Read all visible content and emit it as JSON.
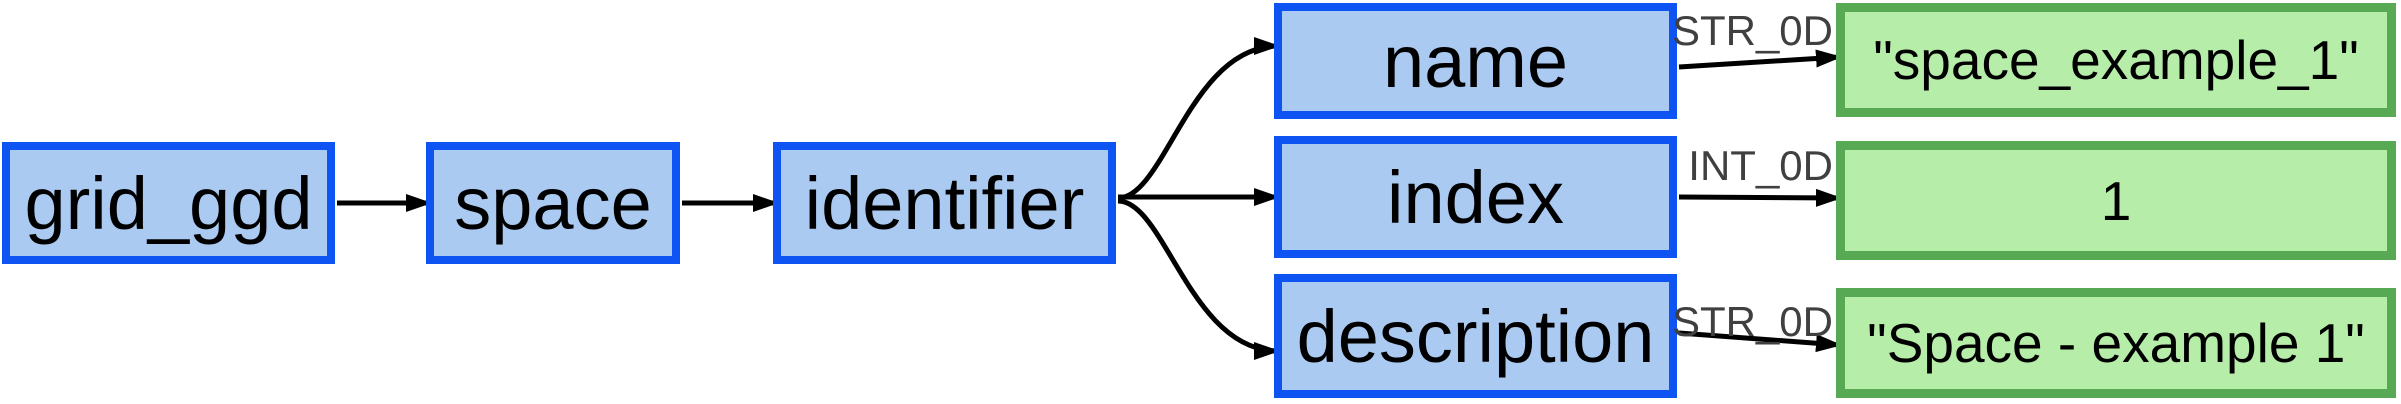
{
  "diagram": {
    "background_color": "#ffffff",
    "palette": {
      "structure_fill": "#aacaf1",
      "structure_border": "#0d54f2",
      "value_fill": "#b6eda9",
      "value_border": "#57aa53",
      "node_text_color": "#000000",
      "type_label_color": "#404040",
      "edge_color": "#000000"
    },
    "nodes": {
      "grid_ggd": {
        "label": "grid_ggd"
      },
      "space": {
        "label": "space"
      },
      "identifier": {
        "label": "identifier"
      },
      "name": {
        "label": "name"
      },
      "index": {
        "label": "index"
      },
      "description": {
        "label": "description"
      }
    },
    "values": {
      "name": {
        "text": "\"space_example_1\"",
        "type": "STR_0D"
      },
      "index": {
        "text": "1",
        "type": "INT_0D"
      },
      "description": {
        "text": "\"Space - example 1\"",
        "type": "STR_0D"
      }
    },
    "edges": [
      {
        "from": "grid_ggd",
        "to": "space"
      },
      {
        "from": "space",
        "to": "identifier"
      },
      {
        "from": "identifier",
        "to": "name"
      },
      {
        "from": "identifier",
        "to": "index"
      },
      {
        "from": "identifier",
        "to": "description"
      },
      {
        "from": "name",
        "to": "name_value",
        "type": "STR_0D"
      },
      {
        "from": "index",
        "to": "index_value",
        "type": "INT_0D"
      },
      {
        "from": "description",
        "to": "description_value",
        "type": "STR_0D"
      }
    ]
  }
}
